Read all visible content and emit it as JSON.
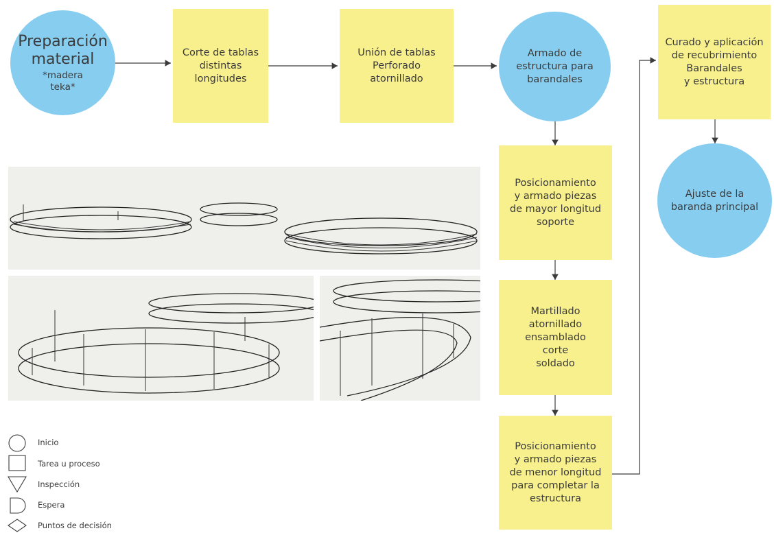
{
  "flow": {
    "start": {
      "title": "Preparación\nmaterial",
      "subtitle": "*madera\nteka*"
    },
    "step_cut": "Corte de tablas\ndistintas longitudes",
    "step_join": "Unión de tablas\nPerforado\natornillado",
    "step_frame": "Armado de\nestructura para\nbarandales",
    "step_long": "Posicionamiento\ny armado piezas\nde mayor longitud\nsoporte",
    "step_hammer": "Martillado\natornillado\nensamblado\ncorte\nsoldado",
    "step_short": "Posicionamiento\ny armado piezas\nde menor longitud\npara completar la\nestructura",
    "step_cure": "Curado y aplicación\nde recubrimiento\nBarandales\ny estructura",
    "end": "Ajuste de la\nbaranda principal"
  },
  "legend": [
    {
      "icon": "circle-icon",
      "label": "Inicio"
    },
    {
      "icon": "square-icon",
      "label": "Tarea u proceso"
    },
    {
      "icon": "triangle-icon",
      "label": "Inspección"
    },
    {
      "icon": "d-shape-icon",
      "label": "Espera"
    },
    {
      "icon": "diamond-icon",
      "label": "Puntos de decisión"
    }
  ],
  "colors": {
    "circle": "#86cdf0",
    "task": "#f7f08c",
    "line": "#3b3b3b",
    "panel": "#efefeb"
  }
}
